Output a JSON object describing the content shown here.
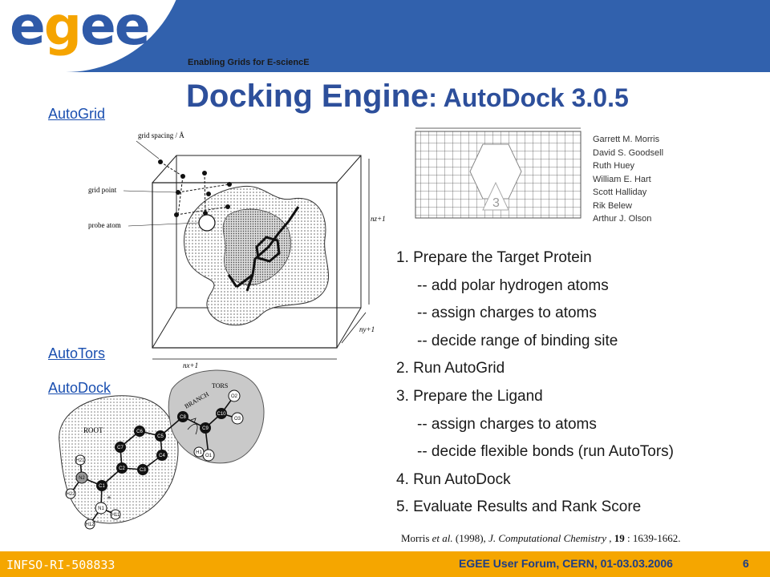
{
  "header": {
    "logo_text": "egee",
    "tagline": "Enabling Grids for E-sciencE"
  },
  "title": {
    "main": "Docking Engine",
    "rest": ": AutoDock 3.0.5"
  },
  "links": {
    "autogrid": "AutoGrid",
    "autotors": "AutoTors",
    "autodock": "AutoDock"
  },
  "logo_badge_number": "3",
  "authors": [
    "Garrett M. Morris",
    "David S. Goodsell",
    "Ruth Huey",
    "William E. Hart",
    "Scott Halliday",
    "Rik Belew",
    "Arthur J. Olson"
  ],
  "grid_diagram": {
    "labels": [
      "grid spacing / Å",
      "grid point",
      "probe atom",
      "nz+1",
      "ny+1",
      "nx+1"
    ]
  },
  "torsion_diagram": {
    "labels": [
      "ROOT",
      "BRANCH",
      "TORS",
      "C1",
      "C2",
      "C3",
      "C4",
      "C5",
      "C6",
      "C7",
      "C8",
      "C9",
      "C10",
      "O1",
      "O2",
      "O3",
      "N1",
      "N2",
      "H1",
      "H11",
      "H12",
      "H2",
      "H21",
      "H22"
    ]
  },
  "steps": [
    "1. Prepare the Target Protein",
    "-- add polar hydrogen atoms",
    "-- assign charges to atoms",
    "-- decide range of binding site",
    "2. Run AutoGrid",
    "3. Prepare the Ligand",
    "-- assign charges to atoms",
    "-- decide flexible bonds (run AutoTors)",
    "4. Run AutoDock",
    "5. Evaluate Results and Rank Score"
  ],
  "citation": {
    "authors": "Morris ",
    "etal": "et al.",
    "year": " (1998), ",
    "journal": "J. Computational Chemistry",
    "sep": " , ",
    "volume": "19",
    "pages": " : 1639-1662."
  },
  "footer": {
    "left": "INFSO-RI-508833",
    "center": "EGEE User Forum, CERN, 01-03.03.2006",
    "page": "6"
  },
  "colors": {
    "header_blue": "#3161ad",
    "footer_orange": "#f5a600",
    "title_blue": "#2d4f9b",
    "logo_blue": "#2f5aa8",
    "logo_yellow": "#f5a400"
  }
}
